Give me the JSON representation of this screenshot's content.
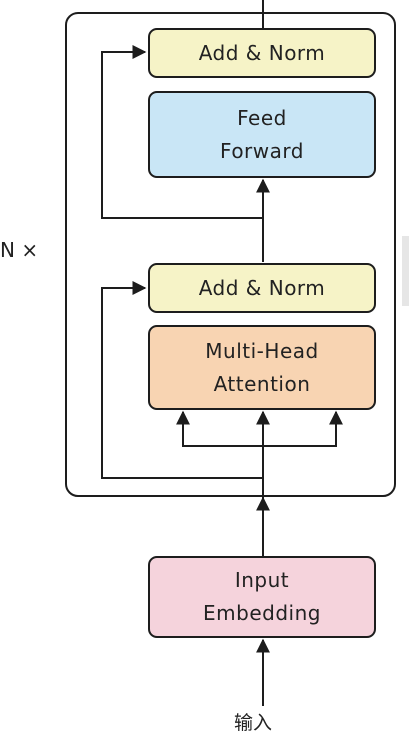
{
  "diagram": {
    "repeat_label": "N ×",
    "input_label": "输入",
    "blocks": {
      "add_norm_top": "Add & Norm",
      "feed_forward": "Feed\nForward",
      "add_norm_bottom": "Add & Norm",
      "multi_head_attention": "Multi-Head\nAttention",
      "input_embedding": "Input\nEmbedding"
    },
    "colors": {
      "add_norm": "#f6f3c7",
      "feed_forward": "#c9e6f6",
      "multi_head_attention": "#f8d4b2",
      "input_embedding": "#f5d3dc",
      "stroke": "#1d1d1d"
    }
  }
}
